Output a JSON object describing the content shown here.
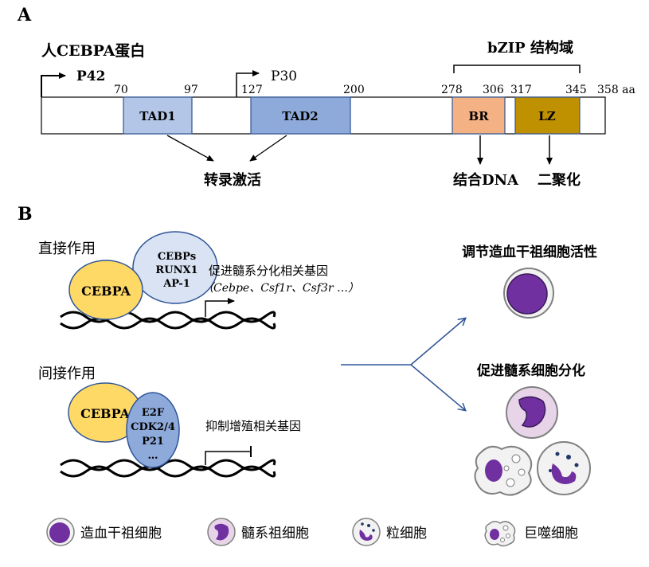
{
  "panel_a": {
    "label": "A",
    "protein_title": "人CEBPA蛋白",
    "domain_title": "bZIP 结构域",
    "p42_label": "P42",
    "p30_label": "P30",
    "positions": [
      "70",
      "97",
      "127",
      "200",
      "278",
      "306",
      "317",
      "345",
      "358 aa"
    ],
    "domains": {
      "tad1": "TAD1",
      "tad2": "TAD2",
      "br": "BR",
      "lz": "LZ"
    },
    "function_transcription": "转录激活",
    "function_dna": "结合DNA",
    "function_dimer": "二聚化",
    "colors": {
      "tad1": "#b4c6e7",
      "tad2": "#8eaadb",
      "br": "#f4b183",
      "lz": "#bf9000"
    }
  },
  "panel_b": {
    "label": "B",
    "direct_title": "直接作用",
    "direct_cebpa": "CEBPA",
    "direct_partners": [
      "CEBPs",
      "RUNX1",
      "AP-1"
    ],
    "direct_target": "促进髓系分化相关基因",
    "direct_genes": "（Cebpe、Csf1r、Csf3r …）",
    "indirect_title": "间接作用",
    "indirect_cebpa": "CEBPA",
    "indirect_partners": [
      "E2F",
      "CDK2/4",
      "P21",
      "…"
    ],
    "indirect_target": "抑制增殖相关基因",
    "outcome_1": "调节造血干祖细胞活性",
    "outcome_2": "促进髓系细胞分化",
    "colors": {
      "cebpa": "#ffd966",
      "direct_partner": "#dae3f3",
      "indirect_partner": "#8eaadb",
      "cell": "#7030a0",
      "arrow": "#2f5597"
    }
  },
  "legend": {
    "items": [
      {
        "icon": "hspc-cell-icon",
        "label": "造血干祖细胞"
      },
      {
        "icon": "myeloid-progenitor-icon",
        "label": "髓系祖细胞"
      },
      {
        "icon": "granulocyte-icon",
        "label": "粒细胞"
      },
      {
        "icon": "macrophage-icon",
        "label": "巨噬细胞"
      }
    ]
  }
}
